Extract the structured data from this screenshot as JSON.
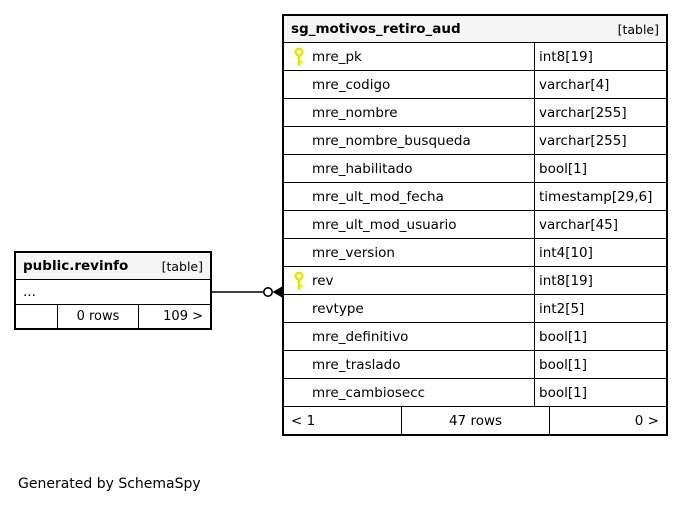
{
  "diagram": {
    "caption": "Generated by SchemaSpy"
  },
  "colors": {
    "key_icon": "#e5e500",
    "header_bg": "#f5f5f5",
    "border": "#000000"
  },
  "relationship": {
    "from_table": "public.revinfo",
    "to_table": "sg_motivos_retiro_aud",
    "to_column": "rev",
    "style": "open-circle-filled-arrow"
  },
  "tables": [
    {
      "name": "public.revinfo",
      "tag": "[table]",
      "ellipsis": "...",
      "footer": {
        "left": "",
        "center": "0 rows",
        "right": "109 >"
      }
    },
    {
      "name": "sg_motivos_retiro_aud",
      "tag": "[table]",
      "columns": [
        {
          "name": "mre_pk",
          "type": "int8[19]",
          "key": true
        },
        {
          "name": "mre_codigo",
          "type": "varchar[4]",
          "key": false
        },
        {
          "name": "mre_nombre",
          "type": "varchar[255]",
          "key": false
        },
        {
          "name": "mre_nombre_busqueda",
          "type": "varchar[255]",
          "key": false
        },
        {
          "name": "mre_habilitado",
          "type": "bool[1]",
          "key": false
        },
        {
          "name": "mre_ult_mod_fecha",
          "type": "timestamp[29,6]",
          "key": false
        },
        {
          "name": "mre_ult_mod_usuario",
          "type": "varchar[45]",
          "key": false
        },
        {
          "name": "mre_version",
          "type": "int4[10]",
          "key": false
        },
        {
          "name": "rev",
          "type": "int8[19]",
          "key": true
        },
        {
          "name": "revtype",
          "type": "int2[5]",
          "key": false
        },
        {
          "name": "mre_definitivo",
          "type": "bool[1]",
          "key": false
        },
        {
          "name": "mre_traslado",
          "type": "bool[1]",
          "key": false
        },
        {
          "name": "mre_cambiosecc",
          "type": "bool[1]",
          "key": false
        }
      ],
      "footer": {
        "left": "< 1",
        "center": "47 rows",
        "right": "0 >"
      }
    }
  ]
}
